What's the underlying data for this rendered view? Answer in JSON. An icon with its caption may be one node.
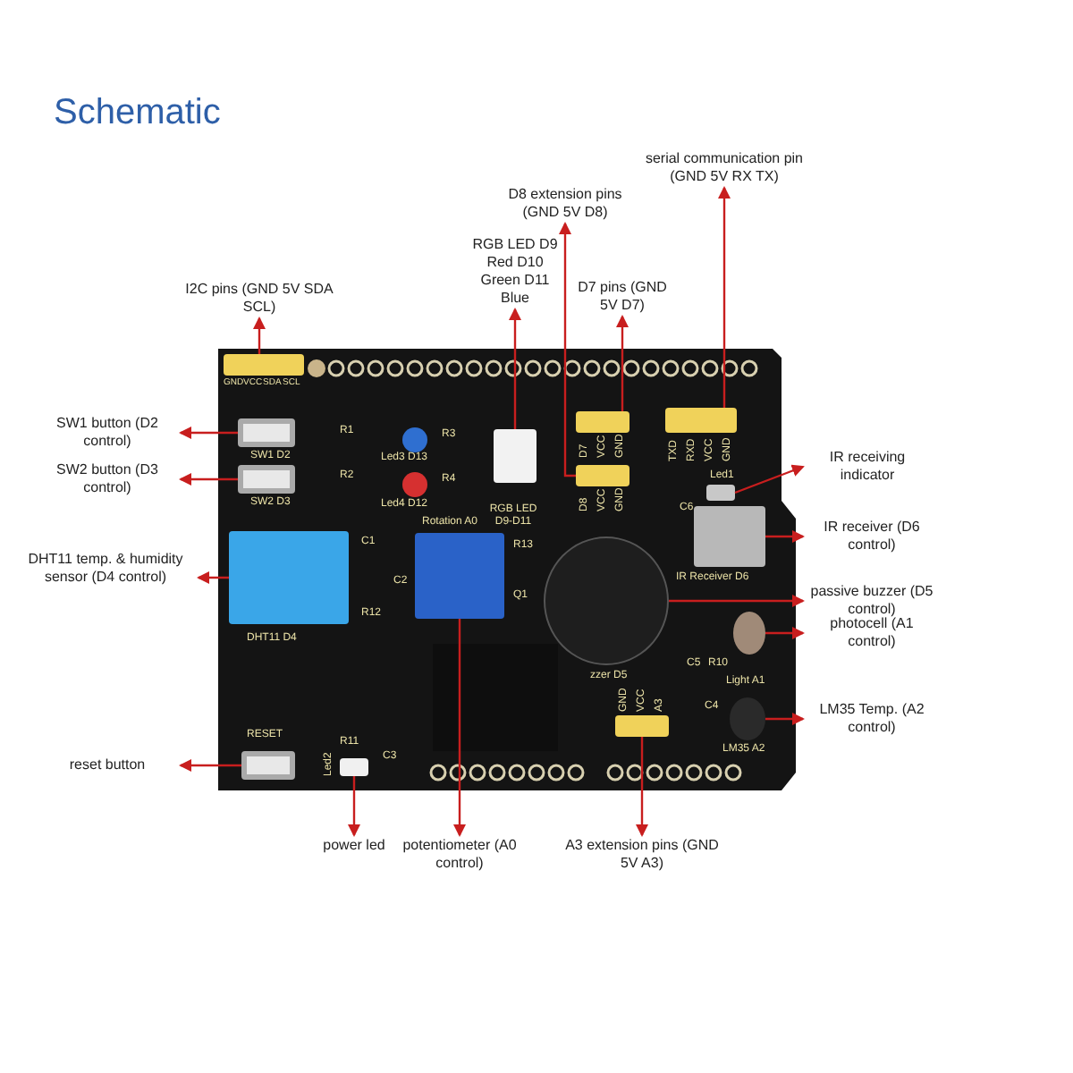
{
  "diagram": {
    "title": "Schematic",
    "nodes": [
      {
        "text": [
          "serial communication pin (GND 5V RX TX)"
        ]
      },
      {
        "text": [
          "D8 extension pins (GND 5V D8)"
        ]
      },
      {
        "text": [
          "RGB LED D9 Red D10 Green D11 Blue"
        ]
      },
      {
        "text": [
          "I2C pins (GND 5V SDA SCL)"
        ]
      },
      {
        "text": [
          "D7 pins (GND 5V D7)"
        ]
      },
      {
        "text": [
          "SW1 button (D2 control)"
        ]
      },
      {
        "text": [
          "SW2 button (D3 control)"
        ]
      },
      {
        "text": [
          "IR receiving indicator"
        ]
      },
      {
        "text": [
          "IR receiver (D6 control)"
        ]
      },
      {
        "text": [
          "DHT11 temp. & humidity sensor (D4 control)"
        ]
      },
      {
        "text": [
          "passive buzzer (D5 control)"
        ]
      },
      {
        "text": [
          "photocell (A1 control)"
        ]
      },
      {
        "text": [
          "LM35 Temp. (A2 control)"
        ]
      },
      {
        "text": [
          "reset button"
        ]
      },
      {
        "text": [
          "power led"
        ]
      },
      {
        "text": [
          "potentiometer (A0 control)"
        ]
      },
      {
        "text": [
          "A3 extension pins (GND 5V A3)"
        ]
      },
      {
        "text": [],
        "shape": "box"
      },
      {
        "text": [],
        "shape": "box"
      },
      {
        "text": [],
        "shape": "box"
      },
      {
        "text": [],
        "shape": "box"
      },
      {
        "text": [],
        "shape": "box"
      },
      {
        "text": [],
        "shape": "box"
      },
      {
        "text": [],
        "shape": "box"
      },
      {
        "text": [],
        "shape": "box"
      },
      {
        "text": [],
        "shape": "box"
      },
      {
        "text": [],
        "shape": "box"
      },
      {
        "text": [],
        "shape": "circle"
      },
      {
        "text": [],
        "shape": "circle"
      },
      {
        "text": [],
        "shape": "circle"
      },
      {
        "text": [],
        "shape": "box"
      },
      {
        "text": [],
        "shape": "box"
      },
      {
        "text": [],
        "shape": "box"
      },
      {
        "text": [],
        "shape": "box"
      }
    ],
    "edges": [
      {
        "from": 17,
        "to": 0,
        "arrow": "to"
      },
      {
        "from": 18,
        "to": 1,
        "arrow": "to"
      },
      {
        "from": 19,
        "to": 2,
        "arrow": "to"
      },
      {
        "from": 20,
        "to": 3,
        "arrow": "to"
      },
      {
        "from": 21,
        "to": 4,
        "arrow": "to"
      },
      {
        "from": 22,
        "to": 5,
        "arrow": "to"
      },
      {
        "from": 23,
        "to": 6,
        "arrow": "to"
      },
      {
        "from": 24,
        "to": 7,
        "arrow": "to"
      },
      {
        "from": 25,
        "to": 8,
        "arrow": "to"
      },
      {
        "from": 26,
        "to": 9,
        "arrow": "to"
      },
      {
        "from": 27,
        "to": 10,
        "arrow": "to"
      },
      {
        "from": 28,
        "to": 11,
        "arrow": "to"
      },
      {
        "from": 29,
        "to": 12,
        "arrow": "to"
      },
      {
        "from": 30,
        "to": 13,
        "arrow": "to"
      },
      {
        "from": 31,
        "to": 14,
        "arrow": "to"
      },
      {
        "from": 32,
        "to": 15,
        "arrow": "to"
      },
      {
        "from": 33,
        "to": 16,
        "arrow": "to"
      }
    ],
    "labels": [
      "GND",
      "VCC",
      "SDA",
      "SCL",
      "SW1 D2",
      "SW2 D3",
      "R1",
      "R2",
      "Led3 D13",
      "Led4 D12",
      "R3",
      "R4",
      "RGB LED D9-D11",
      "D7",
      "VCC",
      "GND",
      "D8",
      "VCC",
      "GND",
      "TXD",
      "RXD",
      "VCC",
      "GND",
      "Led1",
      "C6",
      "IR Receiver D6",
      "Rotation A0",
      "R13",
      "Q1",
      "C1",
      "C2",
      "R12",
      "DHT11 D4",
      "zzer D5",
      "C5",
      "R10",
      "Light A1",
      "C4",
      "LM35 A2",
      "GND",
      "VCC",
      "A3",
      "RESET",
      "R11",
      "Led2",
      "C3"
    ]
  }
}
